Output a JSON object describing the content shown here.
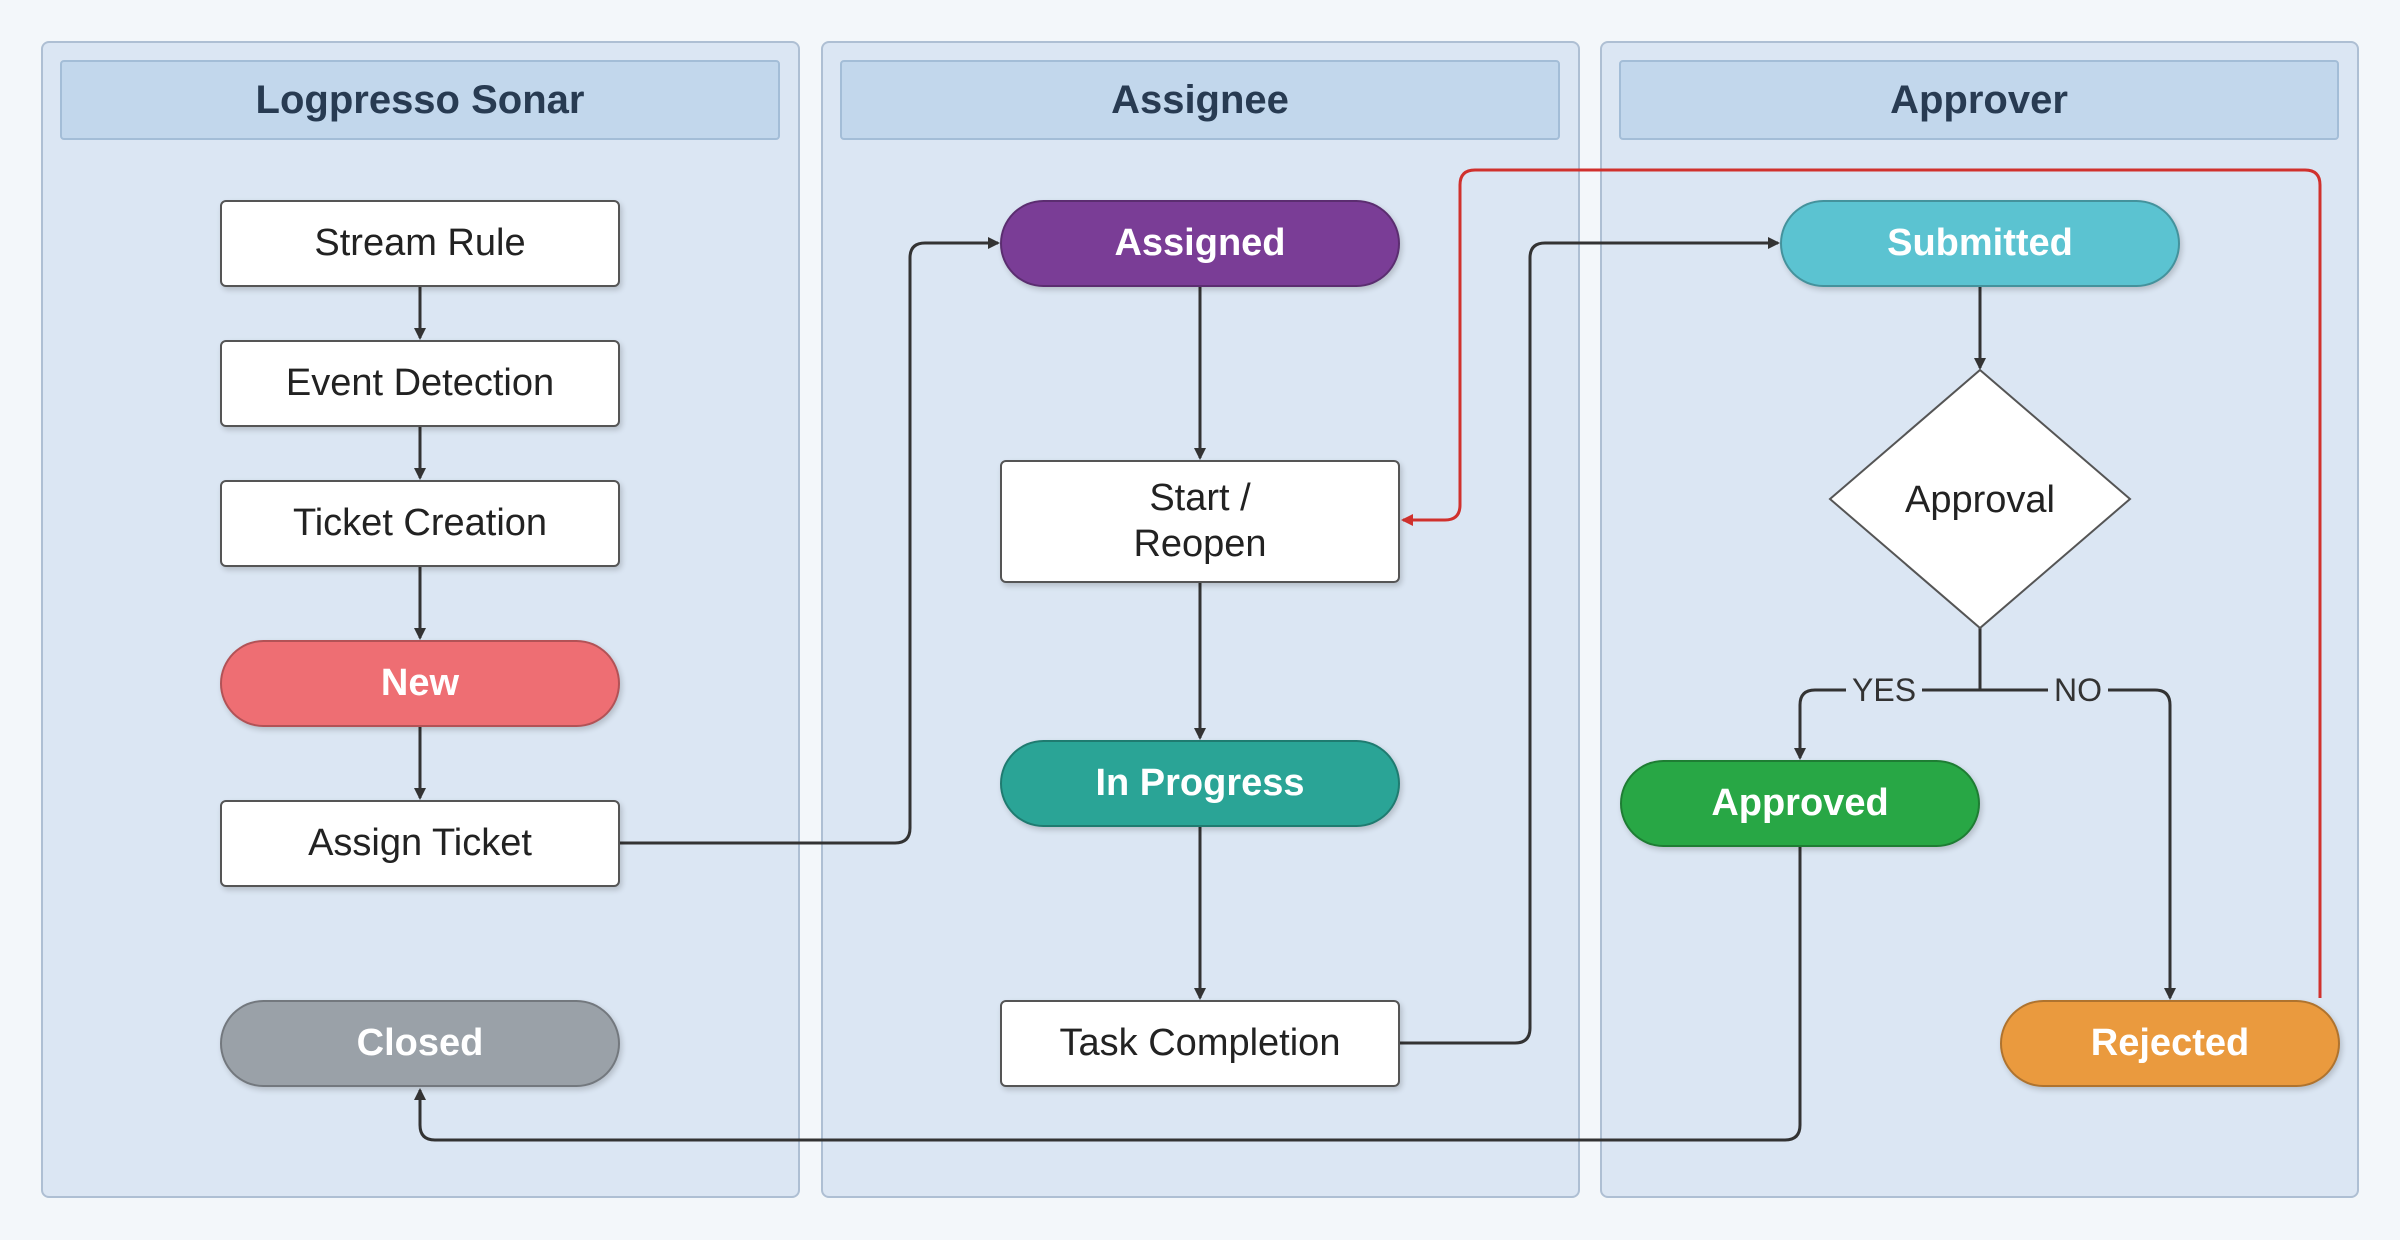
{
  "lanes": {
    "sonar": "Logpresso Sonar",
    "assignee": "Assignee",
    "approver": "Approver"
  },
  "nodes": {
    "stream_rule": "Stream Rule",
    "event_detection": "Event Detection",
    "ticket_creation": "Ticket Creation",
    "new": "New",
    "assign_ticket": "Assign Ticket",
    "closed": "Closed",
    "assigned": "Assigned",
    "start_reopen_line1": "Start /",
    "start_reopen_line2": "Reopen",
    "in_progress": "In Progress",
    "task_completion": "Task Completion",
    "submitted": "Submitted",
    "approval": "Approval",
    "approved": "Approved",
    "rejected": "Rejected"
  },
  "edge_labels": {
    "yes": "YES",
    "no": "NO"
  },
  "colors": {
    "new": "#ee6e73",
    "closed": "#9aa1a8",
    "assigned": "#7a3d96",
    "in_progress": "#2aa496",
    "submitted": "#5bc3d1",
    "approved": "#28a745",
    "rejected": "#ea9a3e",
    "reopen_edge": "#d0312d",
    "edge": "#333333"
  }
}
